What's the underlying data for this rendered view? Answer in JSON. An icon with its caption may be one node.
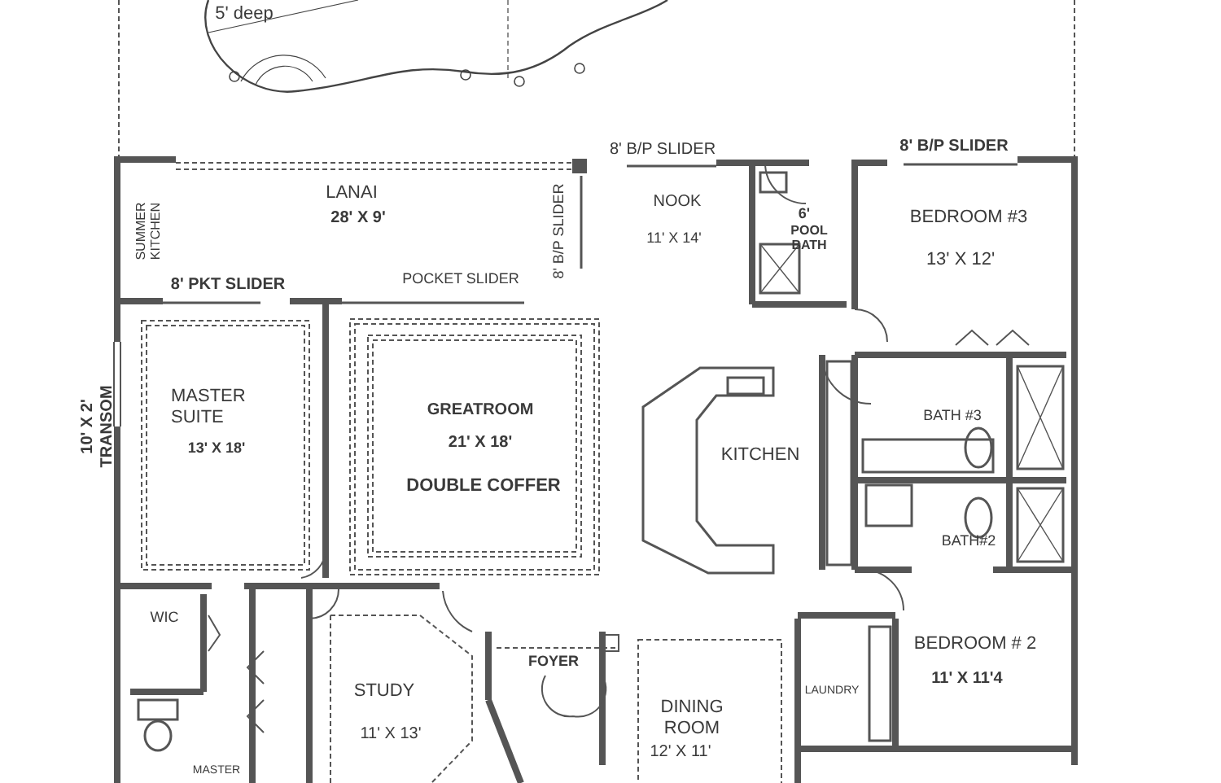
{
  "diagram": {
    "labels": [
      "5' deep",
      "8' B/P SLIDER",
      "8' B/P SLIDER",
      "LANAI",
      "28' X 9'",
      "NOOK",
      "11' X 14'",
      "6'",
      "POOL BATH",
      "BEDROOM #3",
      "13' X 12'",
      "SUMMER KITCHEN",
      "8' B/P SLIDER",
      "8' PKT SLIDER",
      "POCKET SLIDER",
      "MASTER SUITE",
      "13' X 18'",
      "GREATROOM",
      "21' X 18'",
      "DOUBLE COFFER",
      "KITCHEN",
      "BATH #3",
      "10' X 2' TRANSOM",
      "BATH#2",
      "WIC",
      "BEDROOM # 2",
      "11' X 11'4",
      "FOYER",
      "STUDY",
      "11' X 13'",
      "DINING ROOM",
      "12' X 11'",
      "LAUNDRY",
      "MASTER"
    ]
  }
}
